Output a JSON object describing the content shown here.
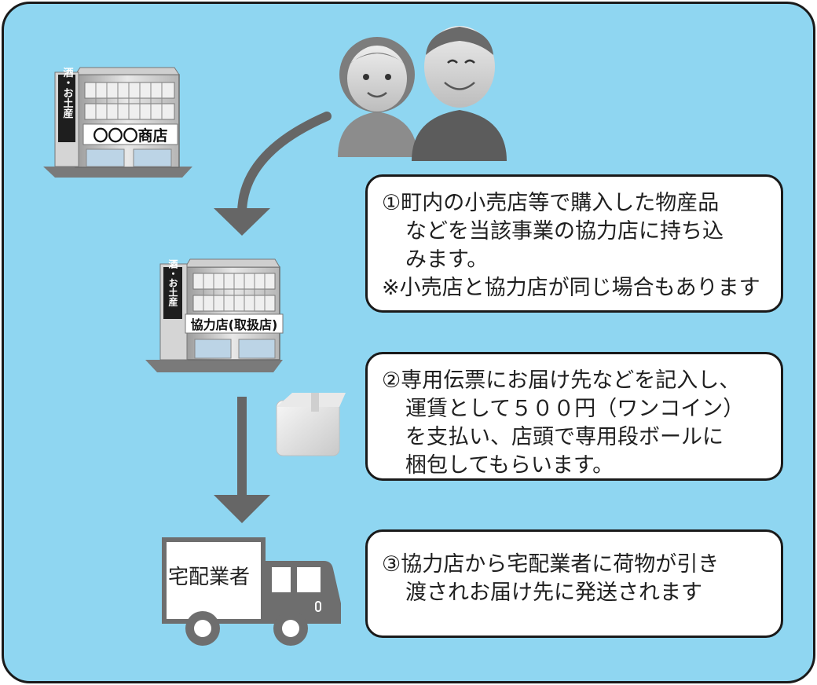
{
  "shop1": {
    "sign_side": "酒・お土産",
    "sign_front": "〇〇〇商店"
  },
  "shop2": {
    "sign_side": "酒・お土産",
    "sign_front": "協力店(取扱店)"
  },
  "truck": {
    "label": "宅配業者"
  },
  "steps": [
    {
      "lines": [
        "①町内の小売店等で購入した物産品",
        "などを当該事業の協力店に持ち込",
        "みます。"
      ],
      "note": "※小売店と協力店が同じ場合もあります"
    },
    {
      "lines": [
        "②専用伝票にお届け先などを記入し、",
        "運賃として５００円（ワンコイン）",
        "を支払い、店頭で専用段ボールに",
        "梱包してもらいます。"
      ]
    },
    {
      "lines": [
        "③協力店から宅配業者に荷物が引き",
        "渡されお届け先に発送されます"
      ]
    }
  ],
  "colors": {
    "background": "#8fd6f1",
    "box": "#ffffff",
    "border": "#1a1a1a",
    "icons": "#6e6e6e"
  }
}
